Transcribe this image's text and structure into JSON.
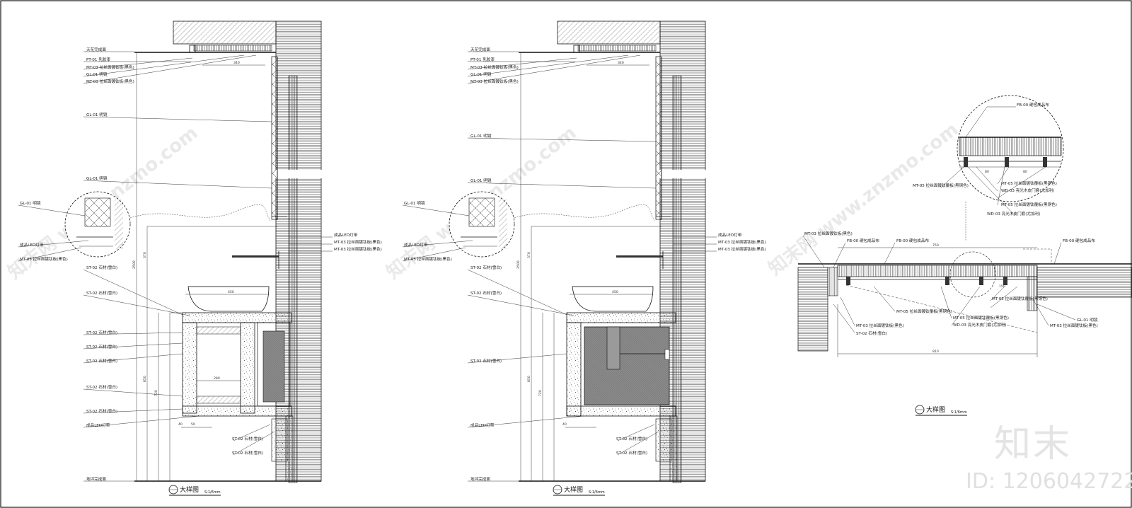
{
  "drawings": [
    {
      "labels_top": [
        "天花完成面",
        "PT-01 乳胶漆",
        "MT-03 拉丝面镀钛板(黑色)",
        "GL-01 明镜",
        "MT-03 拉丝面镀钛板(黑色)"
      ],
      "label_mirror": "GL-01 明镜",
      "label_mirror2": "GL-01 明镜",
      "labels_detail": [
        "GL-01 明镜",
        "成品LED灯带",
        "MT-03 拉丝面镀钛板(黑色)"
      ],
      "labels_right": [
        "成品LED灯带",
        "MT-03 拉丝面镀钛板(黑色)",
        "MT-03 拉丝面镀钛板(黑色)"
      ],
      "labels_stone": [
        "ST-02 石材(雪白)",
        "ST-02 石材(雪白)",
        "ST-02 石材(雪白)",
        "ST-02 石材(雪白)",
        "ST-02 石材(雪白)",
        "ST-02 石材(雪白)",
        "ST-02 石材(雪白)"
      ],
      "label_led_bottom": "成品LED灯带",
      "labels_bottom_right": [
        "ST-02 石材(雪白)",
        "ST-02 石材(雪白)"
      ],
      "label_floor": "地坪完成面",
      "dims": [
        "340",
        "450",
        "280",
        "2500",
        "370",
        "850",
        "720",
        "40",
        "50"
      ],
      "title": "大样图",
      "scale": "S:1/6mm"
    },
    {
      "labels_top": [
        "天花完成面",
        "PT-01 乳胶漆",
        "MT-03 拉丝面镀钛板(黑色)",
        "GL-01 明镜",
        "MT-03 拉丝面镀钛板(黑色)"
      ],
      "label_mirror": "GL-01 明镜",
      "label_mirror2": "GL-01 明镜",
      "labels_detail": [
        "GL-01 明镜",
        "成品LED灯带",
        "MT-03 拉丝面镀钛板(黑色)"
      ],
      "labels_right": [
        "成品LED灯带",
        "MT-03 拉丝面镀钛板(黑色)",
        "MT-03 拉丝面镀钛板(黑色)"
      ],
      "labels_stone": [
        "ST-02 石材(雪白)",
        "ST-02 石材(雪白)",
        "ST-02 石材(雪白)"
      ],
      "label_led_bottom": "成品LED灯带",
      "labels_bottom_right": [
        "ST-02 石材(雪白)",
        "ST-02 石材(雪白)"
      ],
      "label_floor": "地坪完成面",
      "dims": [
        "340",
        "450",
        "2500",
        "370",
        "850",
        "720",
        "40"
      ],
      "title": "大样图",
      "scale": "S:1/6mm"
    },
    {
      "labels_circle": [
        "FB-00 硬包成品布",
        "MT-05 拉丝面镀钛覆板(黑铜色)",
        "MT-05 拉丝面镀钛覆板(黑铜色)",
        "WD-03 亮光木皮门套(尤加利)",
        "MT-05 拉丝面镀钛覆板(黑铜色)",
        "WD-03 亮光木皮门套(尤加利)"
      ],
      "labels_main": [
        "MT-03 拉丝面镀钛板(黑色)",
        "FB-00 硬包成品布",
        "FB-00 硬包成品布",
        "FB-00 硬包成品布",
        "MT-03 拉丝面镀钛板(黑色)",
        "ST-02 石材(雪白)",
        "MT-05 拉丝面镀钛覆板(黑铜色)",
        "WD-03 亮光木皮门套(尤加利)",
        "MT-05 拉丝面镀钛覆板(黑铜色)",
        "MT-05 拉丝面镀钛覆板(黑铜色)",
        "MT-03 拉丝面镀钛板(黑色)",
        "GL-01 明镜"
      ],
      "dims": [
        "750",
        "810",
        "80",
        "80",
        "150"
      ],
      "title": "大样图",
      "scale": "S:1/6mm"
    }
  ],
  "watermark": "知末网 www.znzmo.com",
  "brand": "知末",
  "id_label": "ID: 1206042722"
}
